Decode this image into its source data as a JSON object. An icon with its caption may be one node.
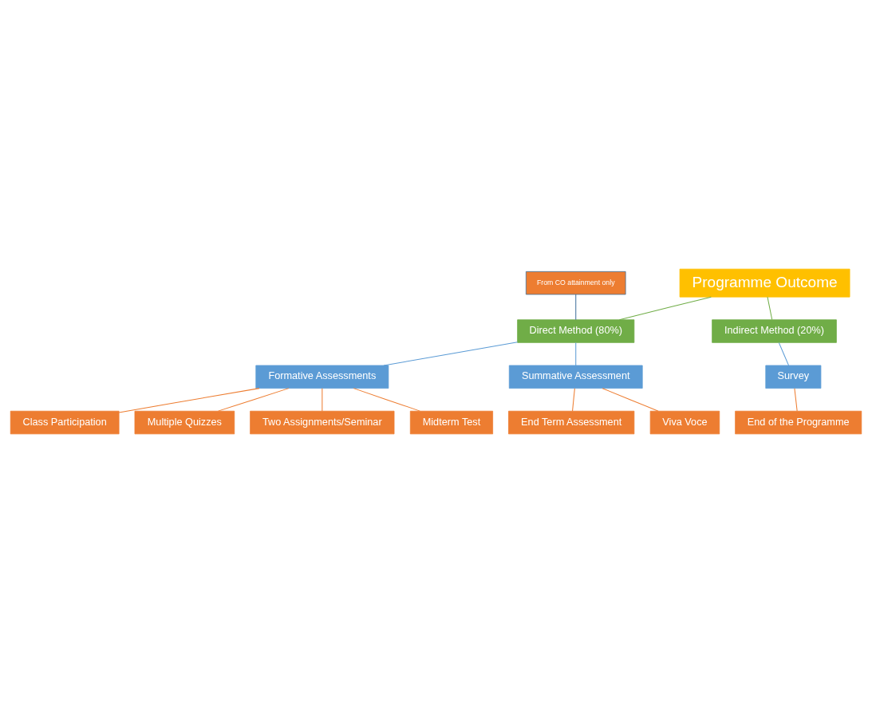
{
  "diagram": {
    "nodes": [
      {
        "text": [
          "Programme Outcome"
        ]
      },
      {
        "text": [
          "Direct Method (80%)"
        ]
      },
      {
        "text": [
          "Indirect Method (20%)"
        ]
      },
      {
        "text": [
          "Formative Assessments"
        ]
      },
      {
        "text": [
          "Summative Assessment"
        ]
      },
      {
        "text": [
          "Survey"
        ]
      },
      {
        "text": [
          "Class Participation"
        ]
      },
      {
        "text": [
          "Multiple Quizzes"
        ]
      },
      {
        "text": [
          "Two Assignments/Seminar"
        ]
      },
      {
        "text": [
          "Midterm Test"
        ]
      },
      {
        "text": [
          "End Term Assessment"
        ]
      },
      {
        "text": [
          "Viva Voce"
        ]
      },
      {
        "text": [
          "End of the Programme"
        ]
      },
      {
        "text": [
          "From CO attainment only"
        ]
      }
    ],
    "edges": [
      {
        "from": 0,
        "to": 1,
        "arrow": "none",
        "color": "#70ad47"
      },
      {
        "from": 0,
        "to": 2,
        "arrow": "none",
        "color": "#70ad47"
      },
      {
        "from": 1,
        "to": 3,
        "arrow": "none",
        "color": "#5b9bd5"
      },
      {
        "from": 1,
        "to": 4,
        "arrow": "none",
        "color": "#5b9bd5"
      },
      {
        "from": 2,
        "to": 5,
        "arrow": "none",
        "color": "#5b9bd5"
      },
      {
        "from": 3,
        "to": 6,
        "arrow": "none"
      },
      {
        "from": 3,
        "to": 7,
        "arrow": "none"
      },
      {
        "from": 3,
        "to": 8,
        "arrow": "none"
      },
      {
        "from": 3,
        "to": 9,
        "arrow": "none"
      },
      {
        "from": 4,
        "to": 10,
        "arrow": "none"
      },
      {
        "from": 4,
        "to": 11,
        "arrow": "none"
      },
      {
        "from": 5,
        "to": 12,
        "arrow": "none"
      },
      {
        "from": 13,
        "to": 1,
        "arrow": "none",
        "color": "#41719c"
      }
    ]
  }
}
